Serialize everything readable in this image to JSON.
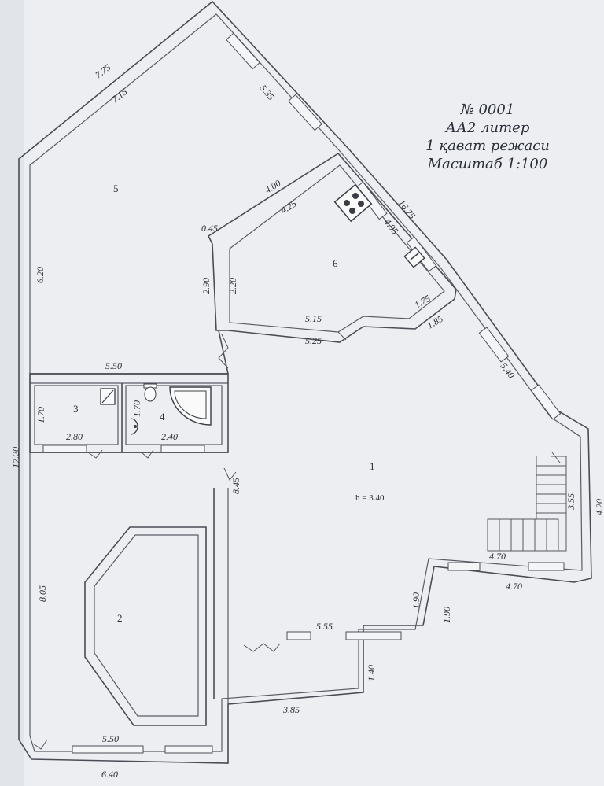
{
  "title": {
    "number": "№ 0001",
    "liter": "АА2 литер",
    "floor": "1 қават режаси",
    "scale": "Масштаб 1:100"
  },
  "rooms": {
    "r1": "1",
    "r2": "2",
    "r3": "3",
    "r4": "4",
    "r5": "5",
    "r6": "6",
    "height": "h = 3.40"
  },
  "dimensions": {
    "outer_top_left": "7.75",
    "inner_top_left": "7.15",
    "top_right_wall": "5.35",
    "diagonal_full": "16.75",
    "r6_diagonal": "4.95",
    "r6_top_outer": "4.00",
    "r6_top_inner": "4.25",
    "r6_corner": "0.45",
    "r6_left_outer": "2.90",
    "r6_left_inner": "2.20",
    "r6_bottom_inner": "5.15",
    "r6_bottom_outer": "5.25",
    "r6_short_inner": "1.75",
    "r6_short_outer": "1.85",
    "right_diag_lower": "5.40",
    "r5_left": "6.20",
    "r5_bottom": "5.50",
    "r3_height": "1.70",
    "r3_width": "2.80",
    "r4_height": "1.70",
    "r4_width": "2.40",
    "total_left": "17.20",
    "right_side": "4.20",
    "stair": "3.55",
    "step_inner": "4.70",
    "step_outer": "4.70",
    "hall_corridor": "8.45",
    "r2_left": "8.05",
    "r2_bottom_inner": "5.50",
    "r2_bottom_outer": "6.40",
    "step_v_inner": "1.90",
    "step_v_outer": "1.90",
    "bottom_mid": "5.55",
    "bottom_drop": "1.40",
    "bottom_short": "3.85"
  }
}
